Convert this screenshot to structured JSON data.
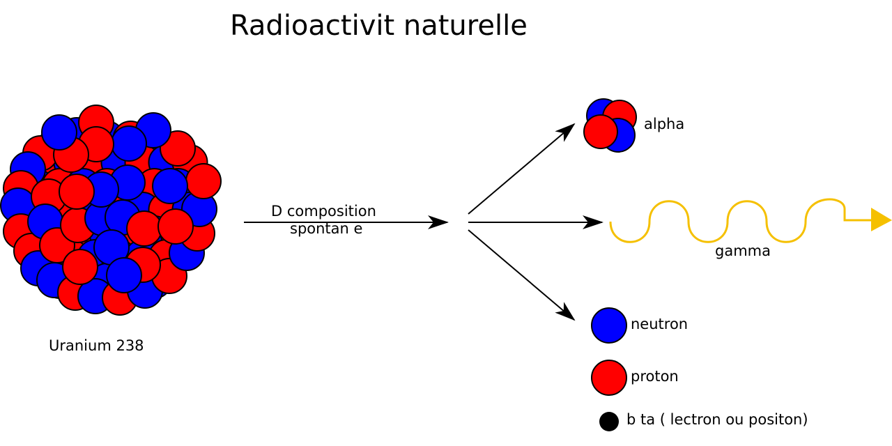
{
  "title": "Radioactivit   naturelle",
  "nucleus_label": "Uranium 238",
  "process_label_line1": "D  composition",
  "process_label_line2": "spontan  e",
  "products": {
    "alpha": "alpha",
    "gamma": "gamma"
  },
  "legend": {
    "neutron": "neutron",
    "proton": "proton",
    "beta": "b  ta (  lectron ou positon)"
  },
  "colors": {
    "proton": "#ff0000",
    "neutron": "#0000ff",
    "beta": "#000000",
    "gamma": "#f5c000",
    "outline": "#000000"
  }
}
